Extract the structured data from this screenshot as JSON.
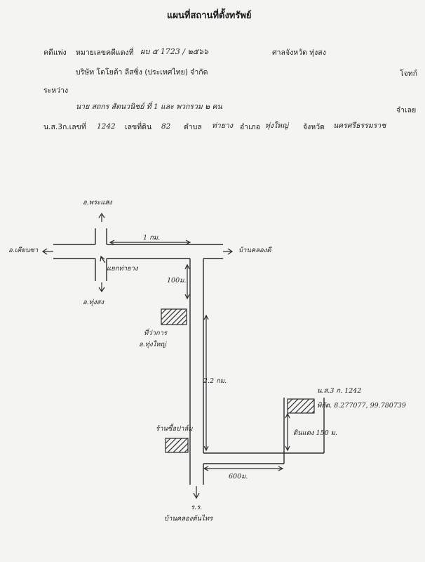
{
  "title": "แผนที่สถานที่ตั้งทรัพย์",
  "header": {
    "case_label": "คดีแพ่ง",
    "red_case_label": "หมายเลขคดีแดงที่",
    "red_case_no": "ผบ ๕ 1723 / ๒๕๖๖",
    "court": "ศาลจังหวัด ทุ่งสง",
    "plaintiff": "บริษัท โตโยต้า ลีสซิ่ง (ประเทศไทย) จำกัด",
    "plaintiff_role": "โจทก์",
    "between_label": "ระหว่าง",
    "defendant": "นาย สถกร สัตนวนิชย์ ที่ 1 และ พวกรวม ๒ คน",
    "defendant_role": "จำเลย"
  },
  "deed": {
    "doc_label": "น.ส.3ก.เลขที่",
    "doc_no": "1242",
    "land_no_label": "เลขที่ดิน",
    "land_no": "82",
    "subdistrict_label": "ตำบล",
    "subdistrict": "ท่ายาง",
    "district_label": "อำเภอ",
    "district": "ทุ่งใหญ่",
    "province_label": "จังหวัด",
    "province": "นครศรีธรรมราช"
  },
  "map": {
    "north_label": "อ.พระแสง",
    "west_label": "อ.เคียนซา",
    "east_label": "บ้านคลองดี",
    "south_label": "อ.ทุ่งสง",
    "junction_label": "แยกท่ายาง",
    "dist_1km": "1 กม.",
    "dist_100m": "100ม.",
    "office_label_1": "ที่ว่าการ",
    "office_label_2": "อ.ทุ่งใหญ่",
    "dist_22km": "2.2 กม.",
    "shop_label": "ร้านซื้อปาล์ม",
    "dist_600m": "600ม.",
    "bottom_label_1": "ร.ร.",
    "bottom_label_2": "บ้านคลองต้นไทร",
    "property_label_1": "น.ส.3 ก. 1242",
    "property_label_2": "พิกัด. 8.277077, 99.780739",
    "dirt_road_label": "ดินแดง 150 ม."
  }
}
